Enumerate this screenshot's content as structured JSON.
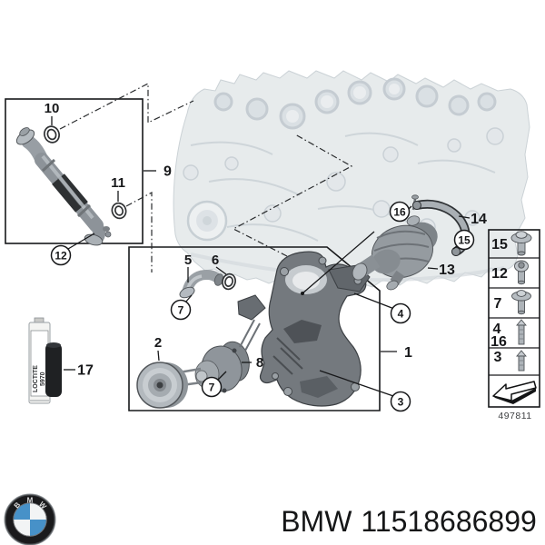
{
  "product": {
    "brand": "BMW",
    "part_number": "11518686899"
  },
  "logo": {
    "letters": [
      "B",
      "M",
      "W"
    ]
  },
  "diagram": {
    "ref_number": "497811",
    "sealant": {
      "brand": "LOCTITE",
      "number": "5970"
    },
    "callouts": {
      "c1": "1",
      "c2": "2",
      "c3": "3",
      "c4": "4",
      "c5": "5",
      "c6": "6",
      "c7": "7",
      "c8": "8",
      "c9": "9",
      "c10": "10",
      "c11": "11",
      "c12": "12",
      "c13": "13",
      "c14": "14",
      "c15": "15",
      "c16": "16",
      "c17": "17"
    },
    "fastener_table": {
      "rows": [
        {
          "labels": [
            "15"
          ],
          "icon": "flange-bolt-icon"
        },
        {
          "labels": [
            "12"
          ],
          "icon": "socket-head-bolt-icon"
        },
        {
          "labels": [
            "7"
          ],
          "icon": "washer-bolt-icon"
        },
        {
          "labels": [
            "4",
            "16"
          ],
          "icon": "long-hex-bolt-icon"
        },
        {
          "labels": [
            "3"
          ],
          "icon": "short-hex-bolt-icon"
        },
        {
          "labels": [],
          "icon": "direction-arrow-icon"
        }
      ]
    }
  }
}
